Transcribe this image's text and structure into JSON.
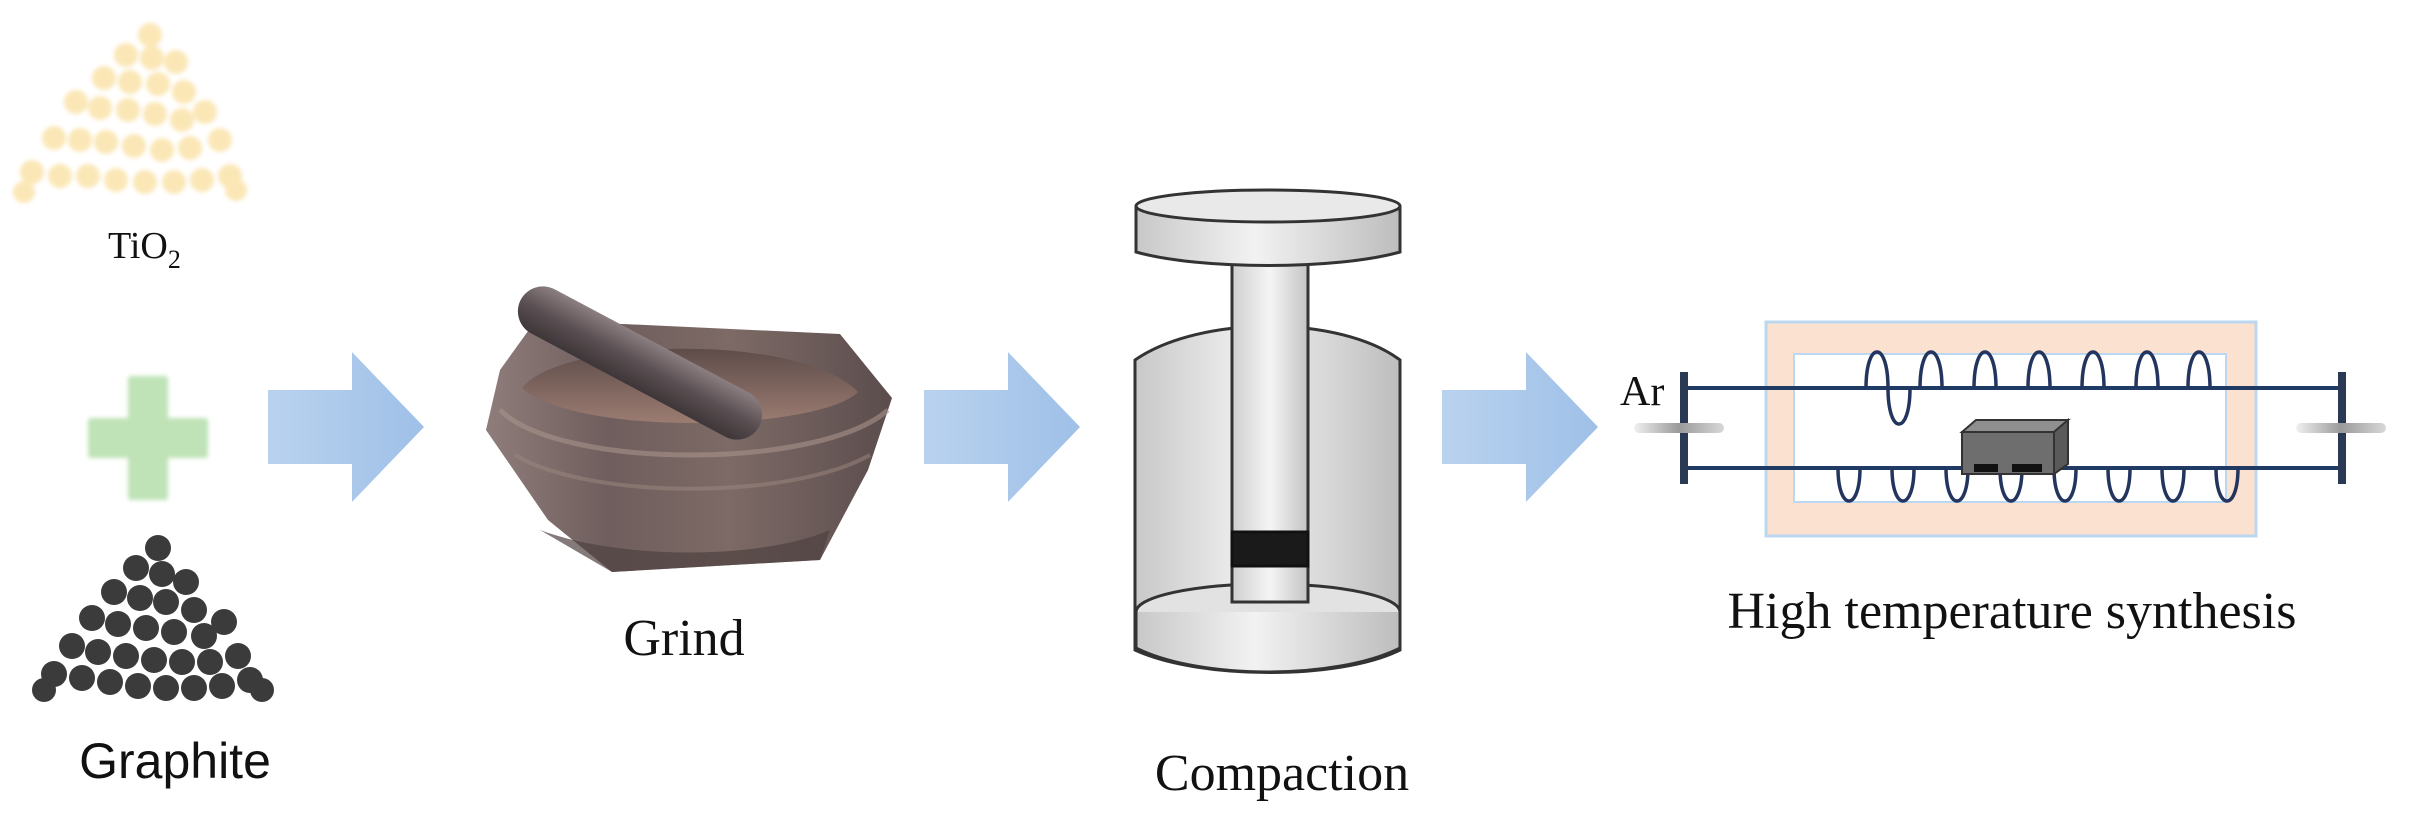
{
  "labels": {
    "tio2_main": "TiO",
    "tio2_sub": "2",
    "graphite": "Graphite",
    "grind": "Grind",
    "compaction": "Compaction",
    "synthesis": "High temperature synthesis",
    "argon": "Ar"
  },
  "colors": {
    "tio2_particle": "#fbe6b3",
    "graphite_particle": "#3b3b3b",
    "plus": "#bfe3b6",
    "arrow": "#a9c6ea",
    "furnace_shell": "#fbe1cf",
    "furnace_border": "#bcd8f0",
    "tube_line": "#1f3b63",
    "coil": "#23355e",
    "sample": "#6e6e6e",
    "press_fill": "#dedede",
    "press_stroke": "#333333",
    "mortar": "#7d6a66"
  },
  "icons": {
    "tio2": "tio2-powder-icon",
    "graphite": "graphite-powder-icon",
    "plus": "plus-icon",
    "arrow": "arrow-right-icon",
    "mortar": "mortar-pestle-icon",
    "press": "press-die-icon",
    "furnace": "tube-furnace-icon"
  }
}
